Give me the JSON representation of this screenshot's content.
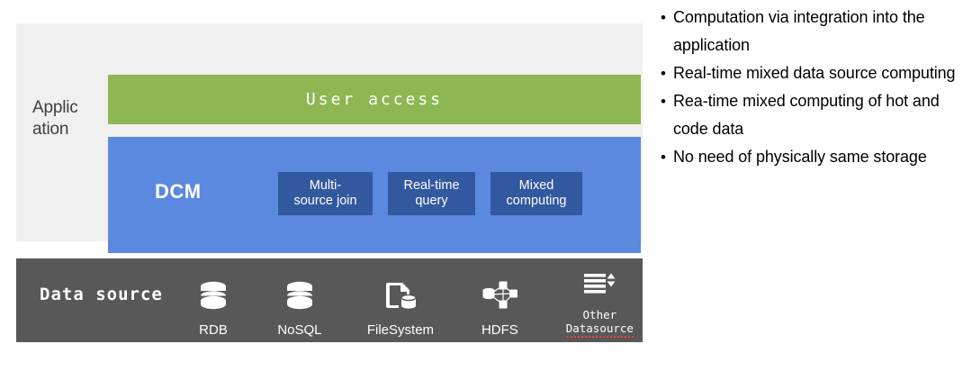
{
  "diagram": {
    "layer_label": "Application",
    "layer_label_line1": "Applic",
    "layer_label_line2": "ation",
    "user_access_label": "User access",
    "dcm_label": "DCM",
    "features": [
      {
        "label": "Multi-source join",
        "line1": "Multi-",
        "line2": "source join"
      },
      {
        "label": "Real-time query",
        "line1": "Real-time",
        "line2": "query"
      },
      {
        "label": "Mixed computing",
        "line1": "Mixed",
        "line2": "computing"
      }
    ],
    "data_source": {
      "title": "Data source",
      "items": [
        {
          "icon": "database-cylinder-icon",
          "caption": "RDB"
        },
        {
          "icon": "database-cylinder-icon",
          "caption": "NoSQL"
        },
        {
          "icon": "file-document-icon",
          "caption": "FileSystem"
        },
        {
          "icon": "distributed-nodes-icon",
          "caption": "HDFS"
        },
        {
          "icon": "list-sort-icon",
          "caption_line1": "Other",
          "caption_line2": "Datasource"
        }
      ]
    }
  },
  "bullets": [
    "Computation via integration into the application",
    "Real-time mixed data source computing",
    "Rea-time mixed computing of hot and code data",
    "No need of physically same storage"
  ],
  "bullet_marker": "•",
  "colors": {
    "panel_background": "#f0f0f0",
    "user_access_green": "#8cb753",
    "dcm_blue": "#5b89e0",
    "feature_box_blue": "#32589f",
    "data_source_gray": "#585858",
    "text_white": "#ffffff",
    "text_black": "#000000",
    "spellcheck_red": "#e8433a"
  }
}
